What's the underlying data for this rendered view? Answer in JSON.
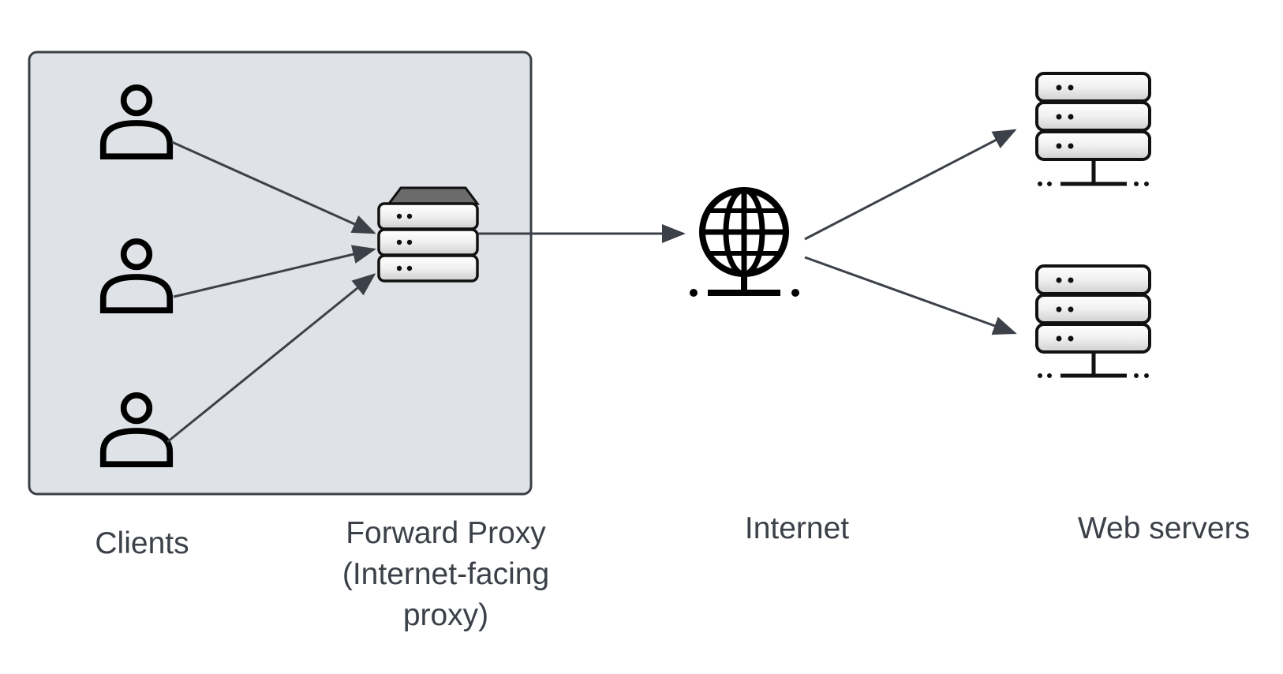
{
  "labels": {
    "clients": "Clients",
    "proxy": [
      "Forward Proxy",
      "(Internet-facing",
      "proxy)"
    ],
    "internet": "Internet",
    "web_servers": "Web servers"
  },
  "icons": {
    "client": "user-icon",
    "proxy": "server-stack-icon",
    "internet": "globe-network-icon",
    "web_server": "server-network-icon"
  },
  "colors": {
    "group_fill": "#dfe2e6",
    "group_stroke": "#3a3f46",
    "arrow": "#3c4048",
    "text": "#3c4048"
  }
}
